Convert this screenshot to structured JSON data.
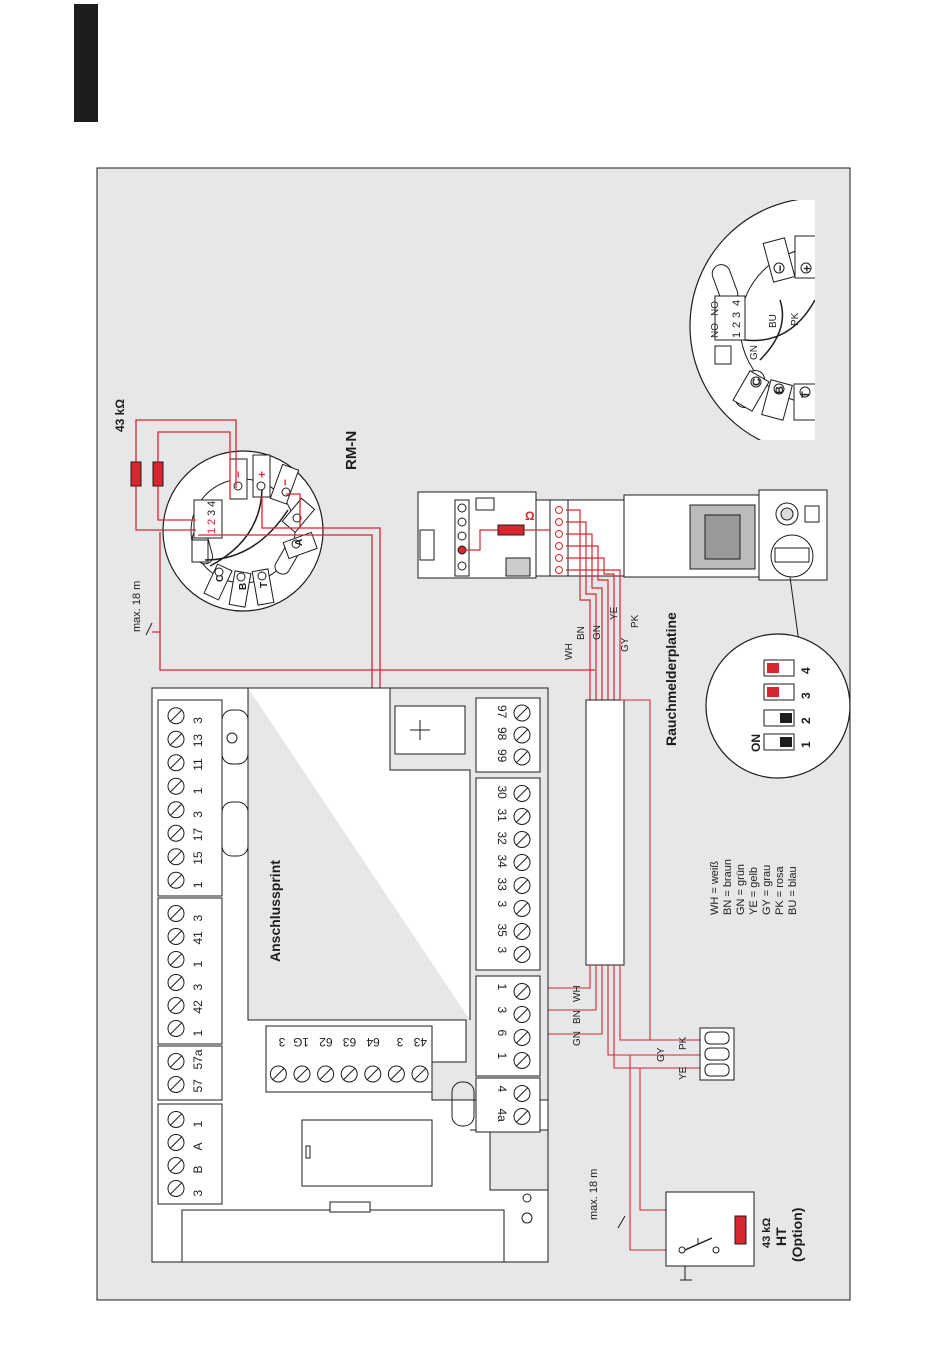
{
  "title": "",
  "labels": {
    "rm_n": "RM-N",
    "rauchmelderplatine": "Rauchmelderplatine",
    "anschlussprint": "Anschlussprint",
    "max_18m_top": "max. 18 m",
    "max_18m_bottom": "max. 18 m",
    "resistor_top": "43 kΩ",
    "resistor_ht": "43 kΩ",
    "ht": "HT",
    "option": "(Option)",
    "omega": "Ω"
  },
  "legend": [
    {
      "code": "WH",
      "text": "WH = weiß"
    },
    {
      "code": "BN",
      "text": "BN = braun"
    },
    {
      "code": "GN",
      "text": "GN = grün"
    },
    {
      "code": "YE",
      "text": "YE = gelb"
    },
    {
      "code": "GY",
      "text": "GY = grau"
    },
    {
      "code": "PK",
      "text": "PK = rosa"
    },
    {
      "code": "BU",
      "text": "BU = blau"
    }
  ],
  "wire_labels": {
    "wh": "WH",
    "bn": "BN",
    "gn": "GN",
    "ye": "YE",
    "pk": "PK",
    "gy": "GY",
    "bu": "BU"
  },
  "dip_switch": {
    "on_label": "ON",
    "numbers": [
      "1",
      "2",
      "3",
      "4"
    ],
    "states": [
      "off",
      "off",
      "on",
      "on"
    ]
  },
  "terminal_blocks": {
    "a": [
      "3",
      "13",
      "11",
      "1",
      "3",
      "17",
      "15",
      "1"
    ],
    "b": [
      "3",
      "41",
      "1",
      "3",
      "42",
      "1"
    ],
    "c": [
      "57a",
      "57"
    ],
    "d": [
      "1",
      "A",
      "B",
      "3"
    ],
    "e": [
      "43",
      "3",
      "64",
      "63",
      "62",
      "1G",
      "3"
    ],
    "f": [
      "97",
      "98",
      "99"
    ],
    "g": [
      "30",
      "31",
      "32",
      "34",
      "33",
      "3",
      "35",
      "3"
    ],
    "h": [
      "1",
      "3",
      "6",
      "1"
    ],
    "i": [
      "4",
      "4a"
    ]
  },
  "h_wire_labels": [
    "WH",
    "BN",
    "GN"
  ],
  "socket_labels": {
    "numbers": [
      "1",
      "2",
      "3",
      "4"
    ],
    "no_left": "NO",
    "no_right": "NO",
    "minus": "−",
    "plus": "+",
    "a": "A",
    "b": "B",
    "c": "C",
    "t": "T",
    "gn": "GN",
    "bu": "BU",
    "pk": "PK"
  }
}
